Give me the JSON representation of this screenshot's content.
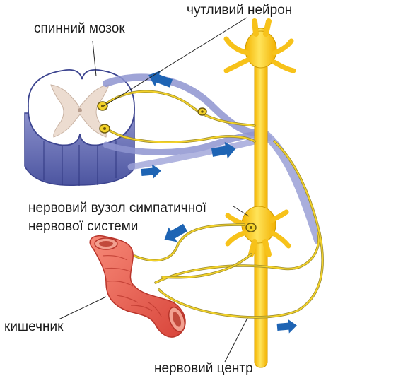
{
  "labels": {
    "spinal_cord": "спинний мозок",
    "sensory_neuron": "чутливий нейрон",
    "ganglion_line1": "нервовий вузол симпатичної",
    "ganglion_line2": "нервової системи",
    "intestine": "кишечник",
    "nerve_center": "нервовий центр"
  },
  "colors": {
    "nerve_yellow": "#f3d22a",
    "nerve_outline": "#9a8a2a",
    "trunk_yellow": "#ffd21f",
    "spinal_blue": "#6a72b8",
    "spinal_gray_matter": "#e8d6c8",
    "intestine_red": "#e85a4a",
    "arrow_blue": "#1e64b4"
  }
}
